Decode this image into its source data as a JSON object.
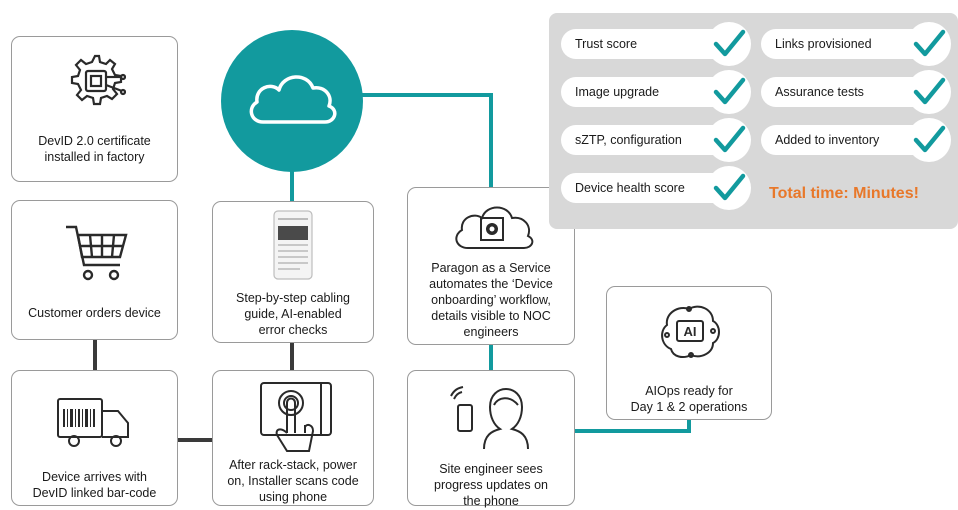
{
  "steps": {
    "devid": {
      "label": "DevID 2.0 certificate\ninstalled in factory",
      "icon": "chip-gear-icon"
    },
    "orders": {
      "label": "Customer orders device",
      "icon": "shopping-cart-icon"
    },
    "arrives": {
      "label": "Device arrives with\nDevID linked bar-code",
      "icon": "barcode-truck-icon"
    },
    "cabling": {
      "label": "Step-by-step cabling\nguide, AI-enabled\nerror checks",
      "icon": "phone-app-icon"
    },
    "scan": {
      "label": "After rack-stack, power\non, Installer scans code\nusing phone",
      "icon": "hand-touch-icon"
    },
    "paragon": {
      "label": "Paragon as a Service\nautomates the ‘Device\nonboarding’ workflow,\ndetails visible to NOC\nengineers",
      "icon": "cloud-gear-icon"
    },
    "site": {
      "label": "Site engineer sees\nprogress updates on\nthe phone",
      "icon": "engineer-phone-icon"
    },
    "aiops": {
      "label": "AIOps ready for\nDay 1 & 2 operations",
      "icon": "ai-brain-icon"
    }
  },
  "cloud": {
    "icon": "cloud-icon"
  },
  "checklist": {
    "items": [
      {
        "label": "Trust score",
        "icon": "check-icon"
      },
      {
        "label": "Links provisioned",
        "icon": "check-icon"
      },
      {
        "label": "Image upgrade",
        "icon": "check-icon"
      },
      {
        "label": "Assurance tests",
        "icon": "check-icon"
      },
      {
        "label": "sZTP, configuration",
        "icon": "check-icon"
      },
      {
        "label": "Added to inventory",
        "icon": "check-icon"
      },
      {
        "label": "Device health score",
        "icon": "check-icon"
      }
    ],
    "total": "Total time: Minutes!"
  },
  "colors": {
    "teal": "#129a9e",
    "dark_line": "#3a3a3a",
    "accent": "#e8782a",
    "panel": "#d8d8d8"
  }
}
